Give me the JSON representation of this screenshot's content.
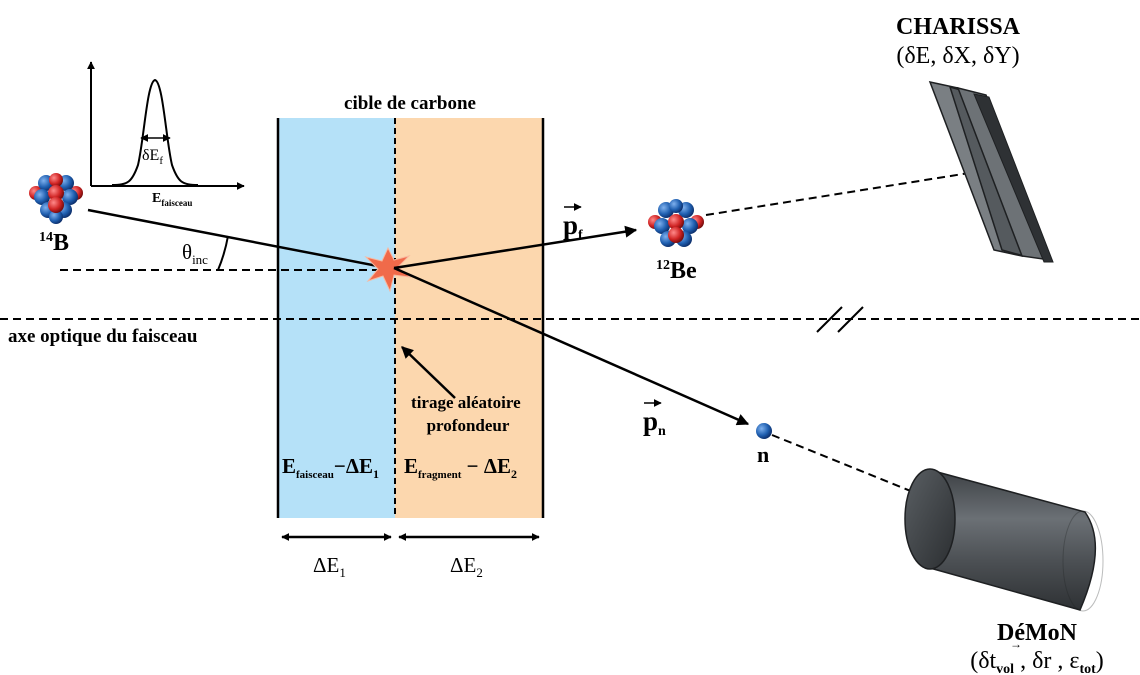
{
  "detector_top": {
    "name": "CHARISSA",
    "resolution": "(δE, δX, δY)"
  },
  "detector_bottom": {
    "name": "DéMoN",
    "res_open": "(δt",
    "res_vol": "vol",
    "res_mid": " , δ",
    "res_r": "r",
    "res_eps": " , ε",
    "res_tot": "tot",
    "res_close": ")"
  },
  "target_label": "cible de carbone",
  "beam_axis_label": "axe optique du faisceau",
  "random_depth_label": [
    "tirage aléatoire",
    "profondeur"
  ],
  "inset_plot": {
    "peak_label": "δE",
    "peak_sub": "f",
    "xaxis_label": "E",
    "xaxis_sub": "faisceau"
  },
  "incoming_nucleus": {
    "mass": "14",
    "symbol": "B"
  },
  "fragment": {
    "mass": "12",
    "symbol": "Be",
    "momentum": "p",
    "momentum_sub": "f"
  },
  "neutron": {
    "symbol": "n",
    "momentum": "p",
    "momentum_sub": "n"
  },
  "angle_label": {
    "symbol": "θ",
    "sub": "inc"
  },
  "energy_left": {
    "main": "E",
    "sub": "faisceau",
    "rest": "−ΔE",
    "rest_sub": "1"
  },
  "energy_right": {
    "main": "E",
    "sub": "fragment",
    "rest": " − ΔE",
    "rest_sub": "2"
  },
  "delta_e1": {
    "main": "ΔE",
    "sub": "1"
  },
  "delta_e2": {
    "main": "ΔE",
    "sub": "2"
  },
  "colors": {
    "blue_layer": "#b5e1f8",
    "orange_layer": "#fcd7ae",
    "nucleon_blue": "#1f5fb0",
    "nucleon_red": "#d02424",
    "detector_gray": "#555a5e",
    "star": "#f06a4a"
  }
}
